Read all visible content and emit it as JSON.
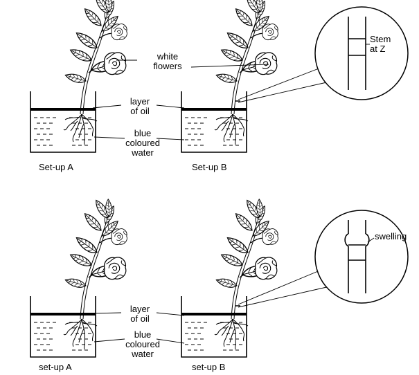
{
  "top": {
    "labels": {
      "white_flowers_1": "white",
      "white_flowers_2": "flowers",
      "layer_of_oil_1": "layer",
      "layer_of_oil_2": "of oil",
      "blue_water_1": "blue",
      "blue_water_2": "coloured",
      "blue_water_3": "water",
      "setup_a": "Set-up A",
      "setup_b": "Set-up B",
      "stem_1": "Stem",
      "stem_2": "at Z"
    }
  },
  "bottom": {
    "labels": {
      "layer_of_oil_1": "layer",
      "layer_of_oil_2": "of oil",
      "blue_water_1": "blue",
      "blue_water_2": "coloured",
      "blue_water_3": "water",
      "setup_a": "set-up A",
      "setup_b": "set-up B",
      "swelling": "swelling"
    }
  }
}
